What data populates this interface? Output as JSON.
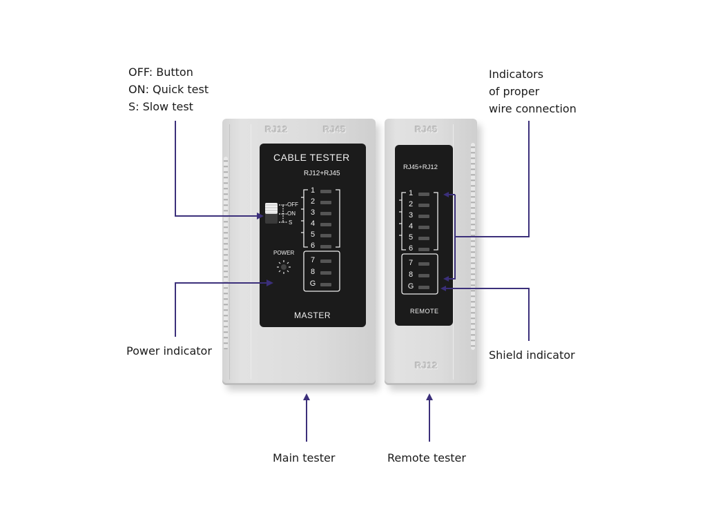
{
  "callouts": {
    "switch": [
      "OFF: Button",
      "ON: Quick test",
      "S: Slow test"
    ],
    "indicators": [
      "Indicators",
      "of proper",
      "wire connection"
    ],
    "power": "Power indicator",
    "shield": "Shield indicator",
    "main": "Main tester",
    "remote": "Remote tester"
  },
  "master": {
    "embossed_ports": [
      "RJ12",
      "RJ45"
    ],
    "title": "CABLE TESTER",
    "subtitle": "RJ12+RJ45",
    "switch_labels": [
      "OFF",
      "ON",
      "S"
    ],
    "power_label": "POWER",
    "leds": [
      "1",
      "2",
      "3",
      "4",
      "5",
      "6",
      "7",
      "8",
      "G"
    ],
    "label": "MASTER"
  },
  "remote": {
    "embossed_top": "RJ45",
    "embossed_bottom": "RJ12",
    "subtitle": "RJ45+RJ12",
    "leds": [
      "1",
      "2",
      "3",
      "4",
      "5",
      "6",
      "7",
      "8",
      "G"
    ],
    "label": "REMOTE"
  },
  "colors": {
    "arrow": "#3b2f7a",
    "panel": "#1b1b1b",
    "casing": "#dcdcdc"
  }
}
